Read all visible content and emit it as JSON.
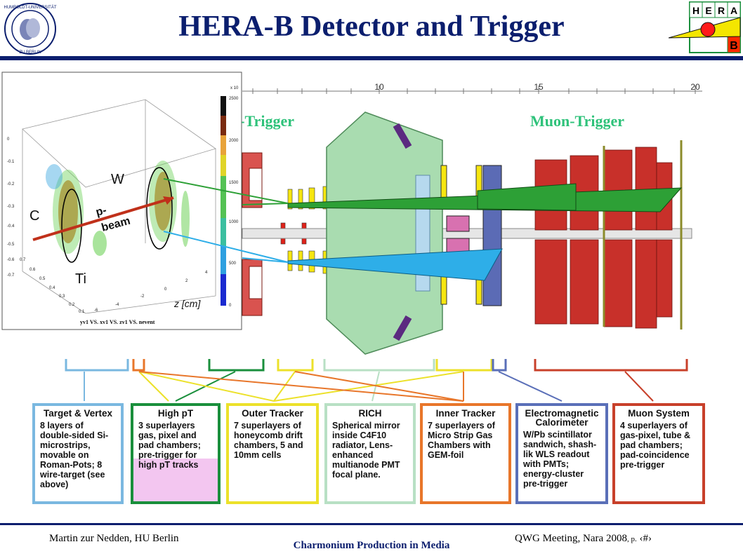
{
  "header": {
    "title": "HERA-B Detector and Trigger",
    "logo_text": [
      "H",
      "E",
      "R",
      "A",
      "B"
    ]
  },
  "detector": {
    "scale_ticks": [
      "10",
      "15",
      "20"
    ],
    "electron_trigger": "Electron-Trigger",
    "muon_trigger": "Muon-Trigger"
  },
  "plot": {
    "label_w": "W",
    "label_c": "C",
    "label_ti": "Ti",
    "beam_label_1": "p-",
    "beam_label_2": "beam",
    "z_label": "z [cm]",
    "caption": "yv1 VS. xv1 VS. zv1 VS. nevent",
    "colorbar_ticks": [
      "2500",
      "2000",
      "1500",
      "1000",
      "500",
      "0"
    ],
    "colorbar_multiplier": "x 10",
    "y_ticks": [
      "0",
      "-0.1",
      "-0.2",
      "-0.3",
      "-0.4",
      "-0.5",
      "-0.6",
      "-0.7"
    ],
    "x_ticks": [
      "0.7",
      "0.6",
      "0.5",
      "0.4",
      "0.3",
      "0.2",
      "0.1"
    ],
    "z_ticks": [
      "-6",
      "-4",
      "-2",
      "0",
      "2",
      "4"
    ]
  },
  "components": [
    {
      "title": "Target & Vertex",
      "body": "8 layers of double-sided Si-microstrips, movable on Roman-Pots; 8 wire-target (see above)",
      "color": "#7ab8e0"
    },
    {
      "title": "High pT",
      "body": "3 superlayers gas, pixel and pad chambers; pre-trigger for high pT tracks",
      "color": "#1a8f3c"
    },
    {
      "title": "Outer Tracker",
      "body": "7 superlayers of honeycomb drift chambers, 5 and 10mm cells",
      "color": "#ece12a"
    },
    {
      "title": "RICH",
      "body": "Spherical mirror inside C4F10 radiator, Lens-enhanced multianode PMT focal plane.",
      "color": "#b8e0c4"
    },
    {
      "title": "Inner Tracker",
      "body": "7 superlayers of Micro Strip Gas Chambers with GEM-foil",
      "color": "#e8762a"
    },
    {
      "title": "Electromagnetic Calorimeter",
      "body": "W/Pb scintillator sandwich, shash-lik WLS readout with PMTs; energy-cluster pre-trigger",
      "color": "#5a6fb8"
    },
    {
      "title": "Muon System",
      "body": "4 superlayers of gas-pixel, tube & pad chambers; pad-coincidence pre-trigger",
      "color": "#c8402a"
    }
  ],
  "footer": {
    "author": "Martin zur Nedden, HU Berlin",
    "center": "Charmonium Production in Media",
    "right": "QWG Meeting, Nara 2008",
    "page_prefix": ", p.",
    "page_symbol": "‹#›"
  }
}
